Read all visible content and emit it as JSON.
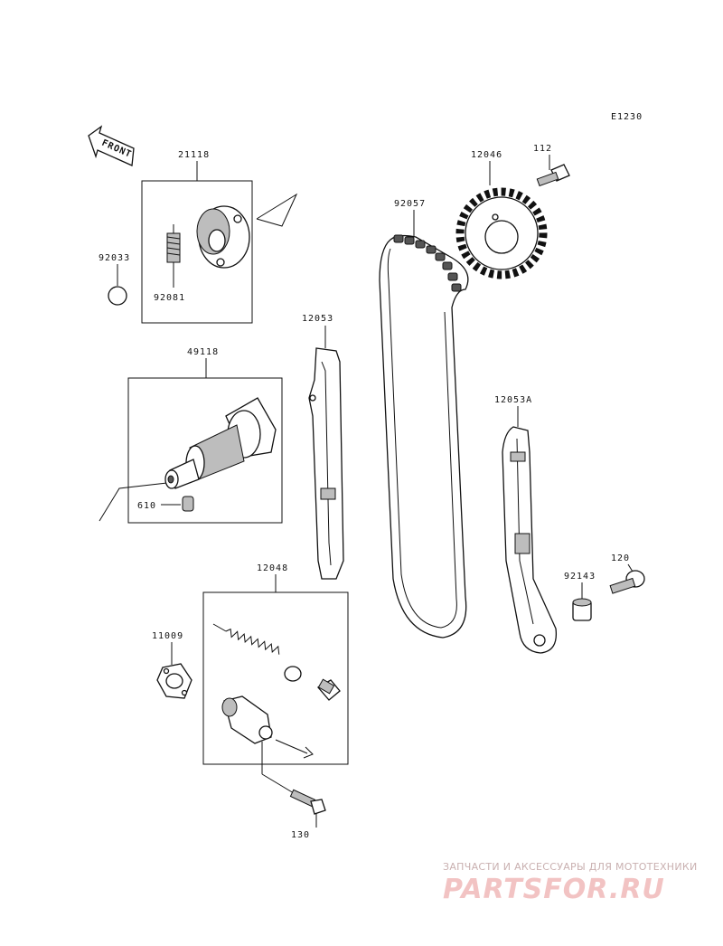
{
  "diagram": {
    "code": "E1230",
    "front_label": "FRONT",
    "parts": {
      "p21118": "21118",
      "p92033": "92033",
      "p92081": "92081",
      "p49118": "49118",
      "p610": "610",
      "p12053": "12053",
      "p92057": "92057",
      "p12046": "12046",
      "p112": "112",
      "p12053A": "12053A",
      "p120": "120",
      "p92143": "92143",
      "p12048": "12048",
      "p11009": "11009",
      "p130": "130"
    }
  },
  "watermark": {
    "caption": "ЗАПЧАСТИ И АКСЕССУАРЫ ДЛЯ МОТОТЕХНИКИ",
    "logo": "PARTSFOR.RU"
  },
  "colors": {
    "line": "#111111",
    "shade": "#bdbdbd",
    "watermark": "#f2c3c3"
  }
}
